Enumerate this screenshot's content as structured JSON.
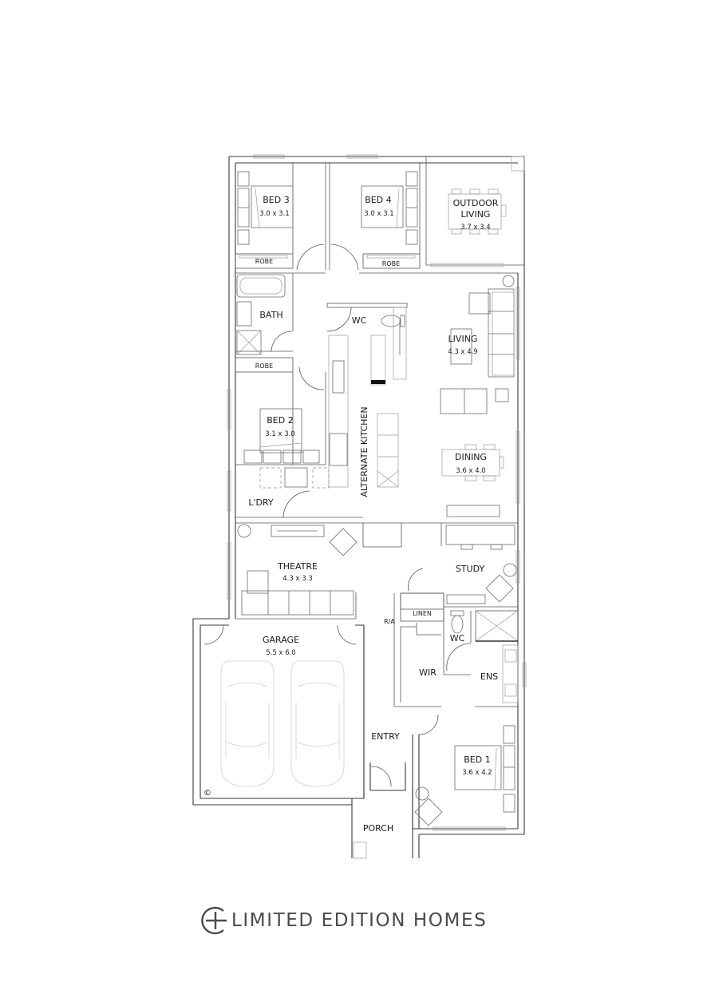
{
  "plan": {
    "rooms": [
      {
        "id": "bed3",
        "name": "BED 3",
        "size": "3.0 x 3.1"
      },
      {
        "id": "bed4",
        "name": "BED 4",
        "size": "3.0 x 3.1"
      },
      {
        "id": "outdoor",
        "name_line1": "OUTDOOR",
        "name_line2": "LIVING",
        "size": "3.7 x 3.4"
      },
      {
        "id": "robe_bed3",
        "name": "ROBE"
      },
      {
        "id": "robe_bed4",
        "name": "ROBE"
      },
      {
        "id": "bath",
        "name": "BATH"
      },
      {
        "id": "robe_bed2",
        "name": "ROBE"
      },
      {
        "id": "wc_main",
        "name": "WC"
      },
      {
        "id": "living",
        "name": "LIVING",
        "size": "4.3 x 4.9"
      },
      {
        "id": "bed2",
        "name": "BED 2",
        "size": "3.1 x 3.0"
      },
      {
        "id": "kitchen",
        "name": "ALTERNATE KITCHEN"
      },
      {
        "id": "dining",
        "name": "DINING",
        "size": "3.6 x 4.0"
      },
      {
        "id": "laundry",
        "name": "L'DRY"
      },
      {
        "id": "theatre",
        "name": "THEATRE",
        "size": "4.3 x 3.3"
      },
      {
        "id": "study",
        "name": "STUDY"
      },
      {
        "id": "linen",
        "name": "LINEN"
      },
      {
        "id": "ra",
        "name": "R/A"
      },
      {
        "id": "wc_ens",
        "name": "WC"
      },
      {
        "id": "garage",
        "name": "GARAGE",
        "size": "5.5 x 6.0"
      },
      {
        "id": "wir",
        "name": "WIR"
      },
      {
        "id": "ens",
        "name": "ENS"
      },
      {
        "id": "entry",
        "name": "ENTRY"
      },
      {
        "id": "bed1",
        "name": "BED 1",
        "size": "3.6 x 4.2"
      },
      {
        "id": "porch",
        "name": "PORCH"
      }
    ],
    "copyright_symbol": "©"
  },
  "brand": {
    "name": "LIMITED EDITION HOMES",
    "color": "#4a4a4a"
  }
}
